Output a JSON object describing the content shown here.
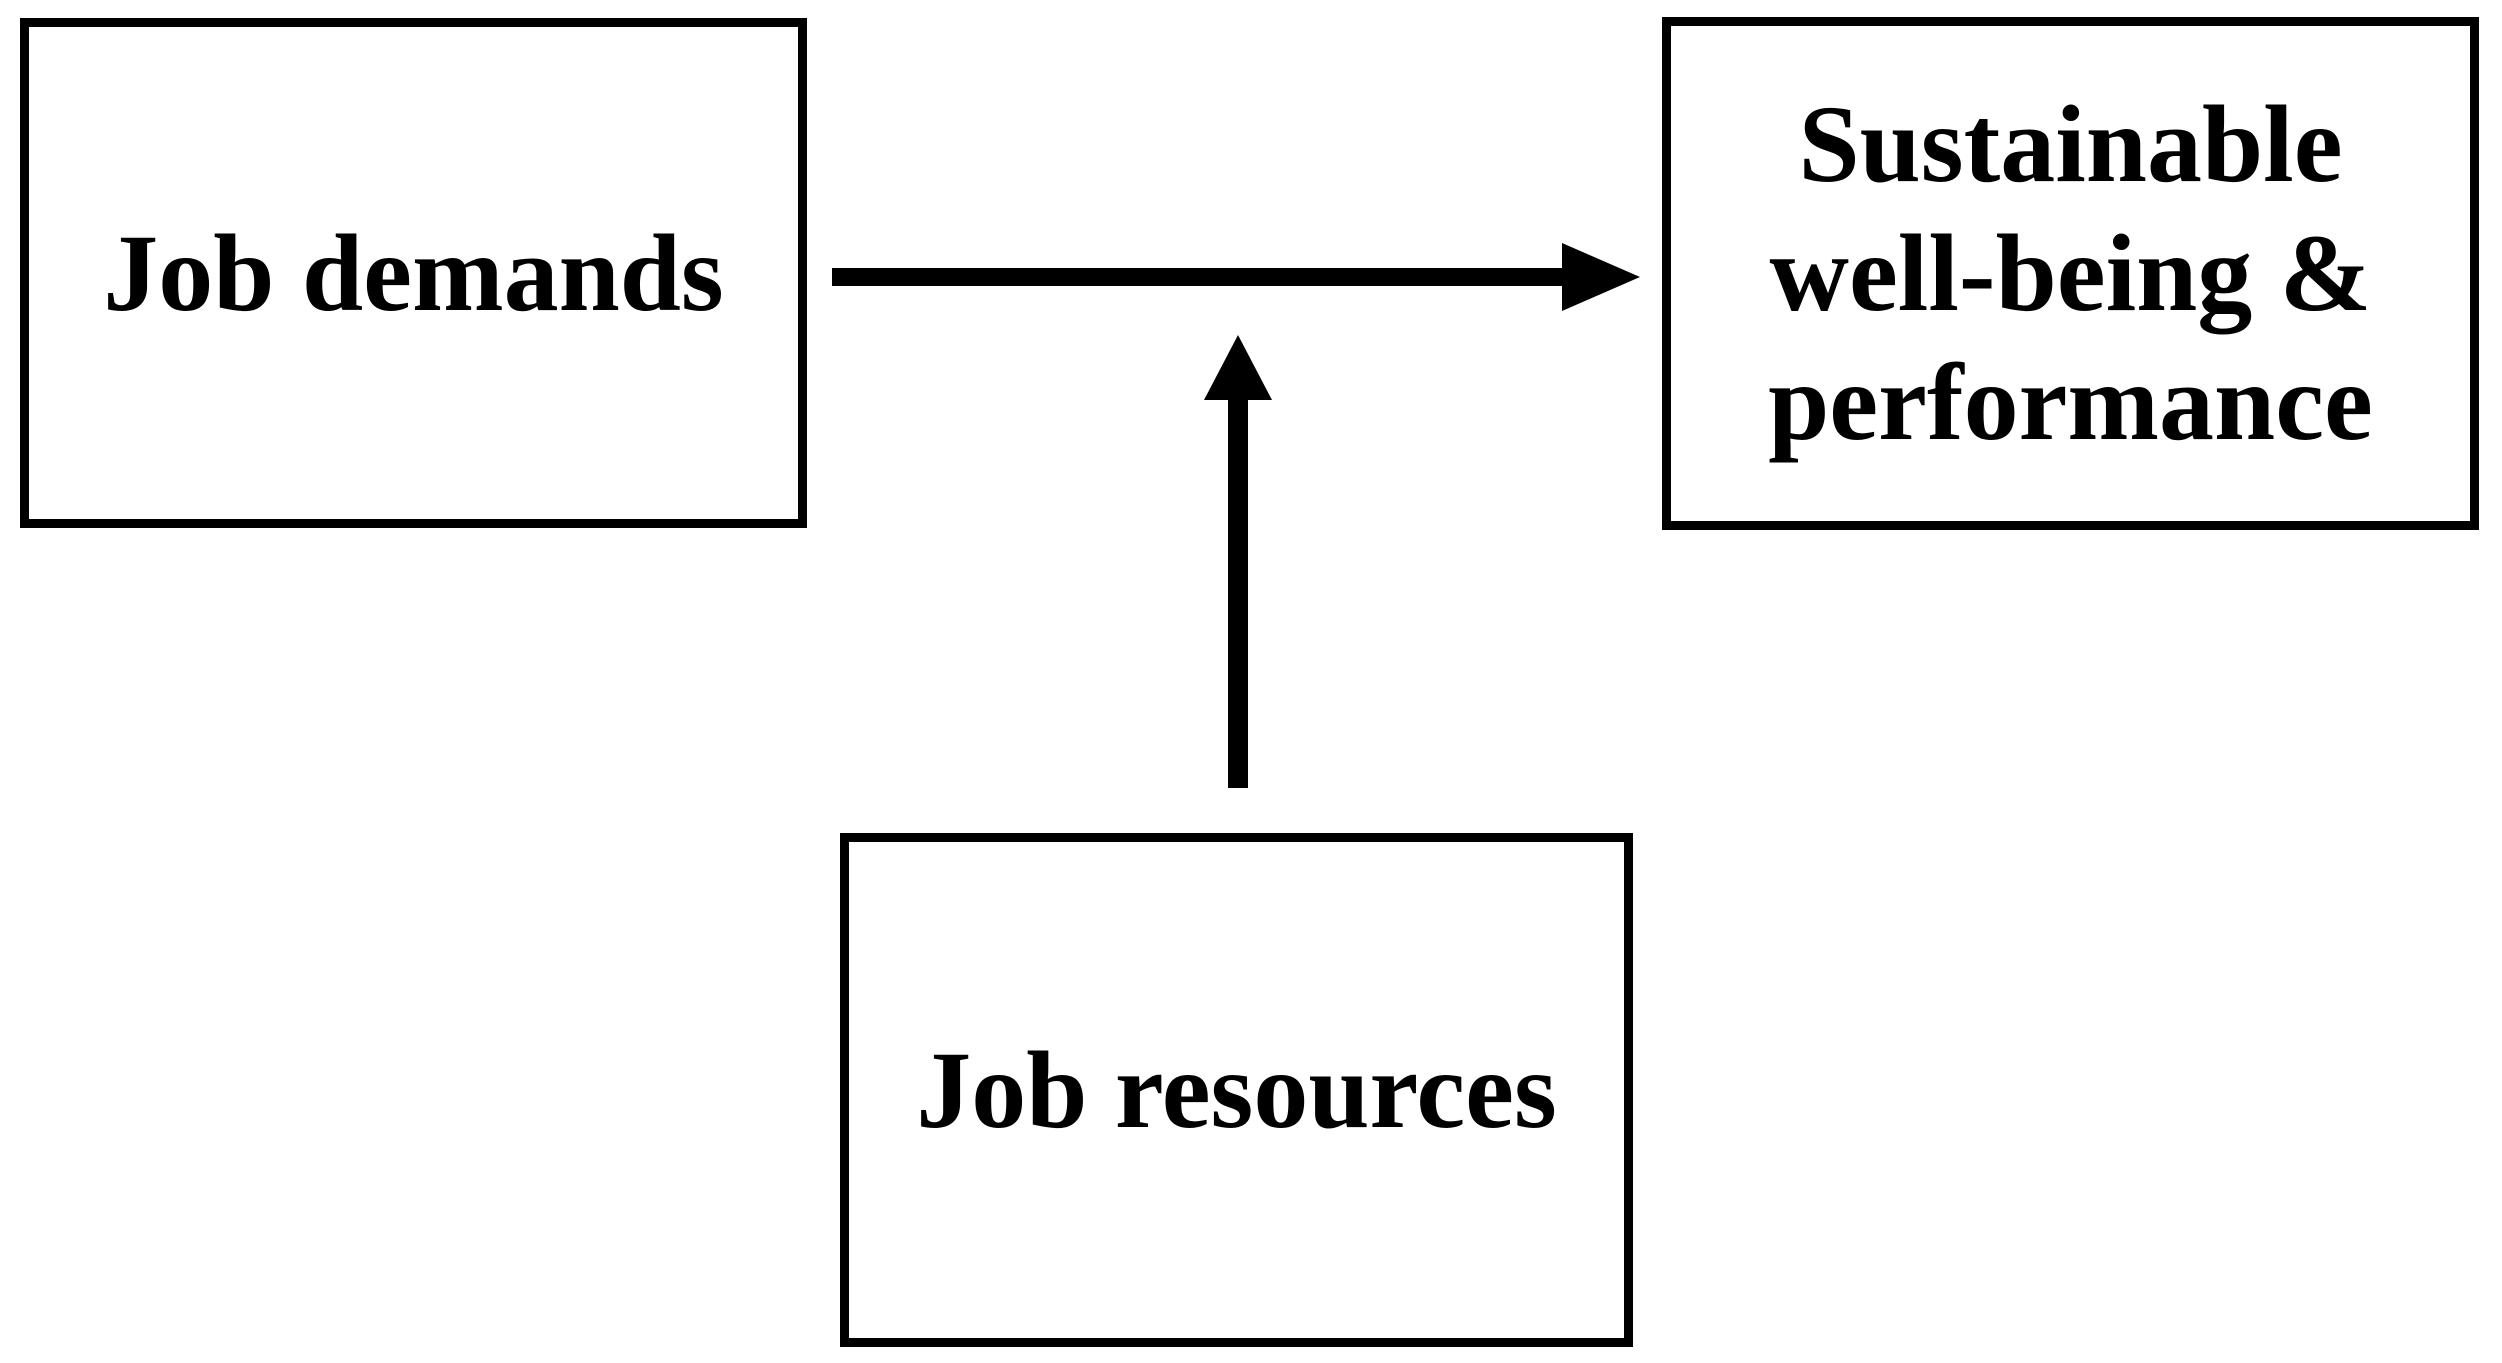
{
  "figure": {
    "background_color": "#ffffff",
    "stroke_color": "#000000",
    "nodes": {
      "job_demands": {
        "label": "Job demands"
      },
      "outcome": {
        "label": "Sustainable well-being & performance",
        "lines": [
          "Sustainable",
          "well-being &",
          "performance"
        ]
      },
      "job_resources": {
        "label": "Job resources"
      }
    },
    "edges": [
      {
        "id": "demands-to-outcome",
        "from": "Job demands",
        "to": "Sustainable well-being & performance",
        "direction": "right",
        "style": "solid-black-arrow"
      },
      {
        "id": "resources-moderation",
        "from": "Job resources",
        "to": "demands-to-outcome arrow (moderation)",
        "direction": "up",
        "style": "solid-black-arrow"
      }
    ]
  }
}
